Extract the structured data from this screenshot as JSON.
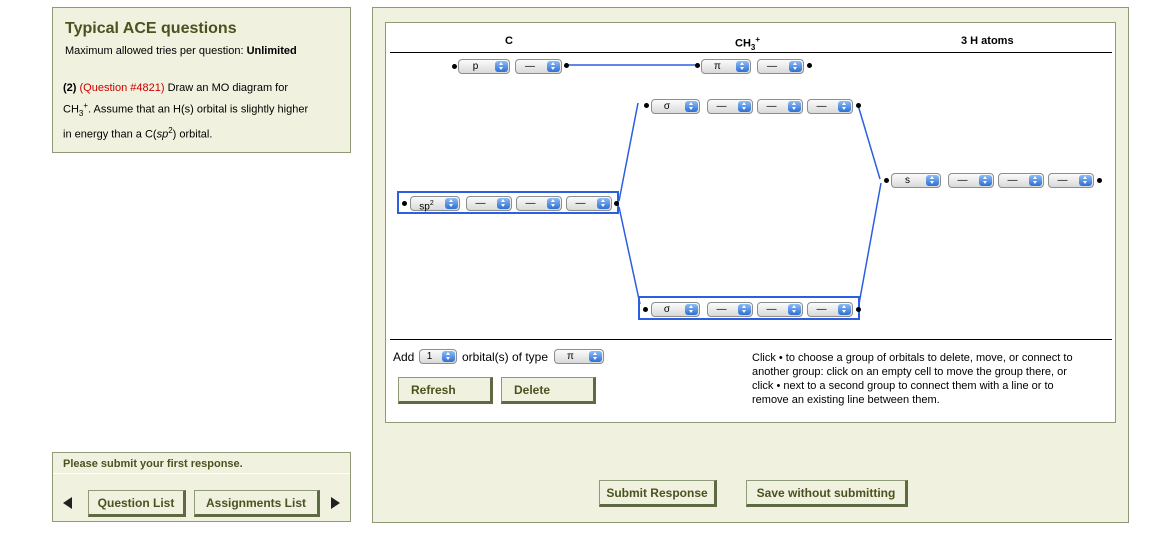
{
  "sidebar": {
    "title": "Typical ACE questions",
    "tries_label": "Maximum allowed tries per question: ",
    "tries_value": "Unlimited",
    "question": {
      "num": "(2)",
      "id": "(Question #4821)",
      "text_1": " Draw an MO diagram for",
      "text_2a": "CH",
      "text_2_sub": "3",
      "text_2_sup": "+",
      "text_2b": ". Assume that an H(s) orbital is slightly higher",
      "text_3a": "in energy than a C(",
      "text_3_em": "sp",
      "text_3_sup": "2",
      "text_3b": ") orbital."
    },
    "submit_prompt": "Please submit your first response.",
    "question_list_label": "Question List",
    "assignments_list_label": "Assignments List"
  },
  "diagram": {
    "col_c": "C",
    "col_ch3": "CH",
    "col_ch3_sub": "3",
    "col_ch3_sup": "+",
    "col_h": "3 H atoms",
    "orb_p": "p",
    "orb_pi": "π",
    "orb_sigma": "σ",
    "orb_s": "s",
    "orb_sp2_base": "sp",
    "orb_sp2_sup": "2",
    "dash": "—"
  },
  "controls": {
    "add_label": "Add",
    "count_value": "1",
    "orbitals_of_type": "orbital(s) of type",
    "type_value": "π",
    "refresh_label": "Refresh",
    "delete_label": "Delete",
    "help_1": "Click • to choose a group of orbitals to delete, move, or connect to",
    "help_2": "another group: click on an empty cell to move the group there, or",
    "help_3": "click • next to a second group to connect them with a line or to",
    "help_4": "remove an existing line between them."
  },
  "footer": {
    "submit_label": "Submit Response",
    "save_label": "Save without submitting"
  },
  "colors": {
    "panel_bg": "#f1f1df",
    "title_green": "#4a5320",
    "line_blue": "#2b5fe0",
    "question_red": "#cc0000"
  }
}
